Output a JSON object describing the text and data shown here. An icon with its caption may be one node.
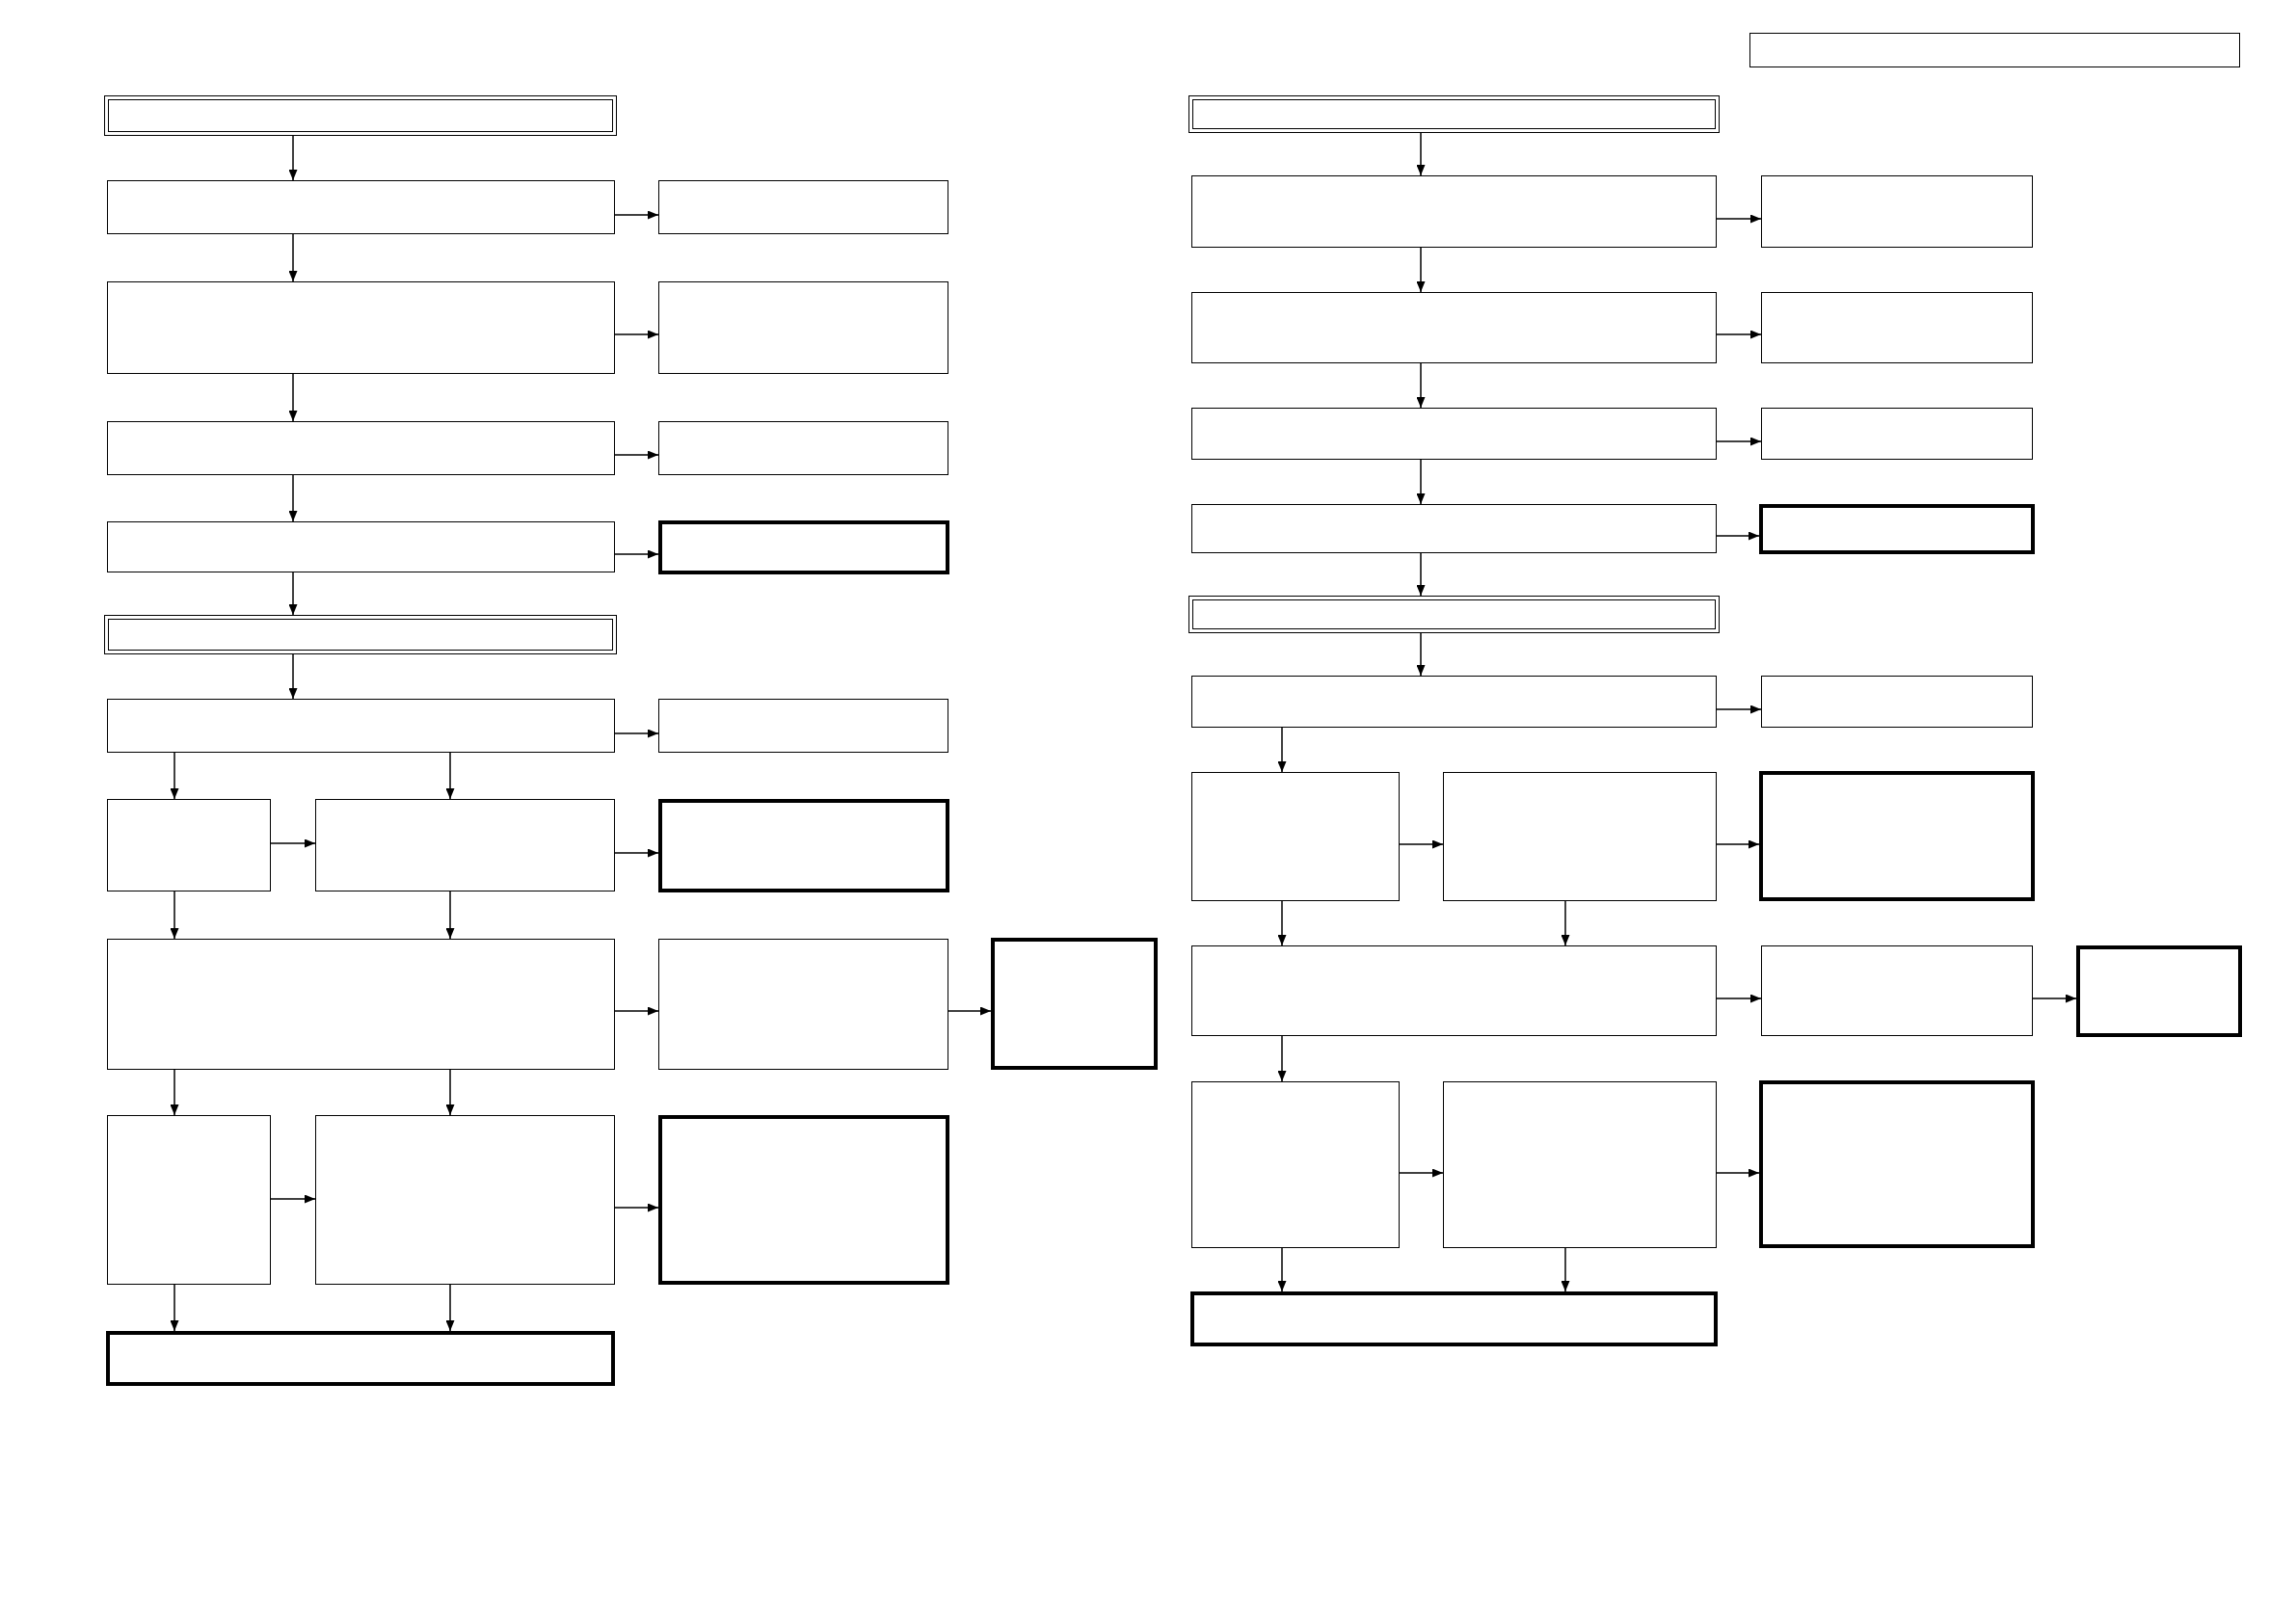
{
  "diagram": {
    "nodes": [
      {
        "text": [],
        "shape": "box"
      },
      {
        "text": [],
        "shape": "box"
      },
      {
        "text": [],
        "shape": "box"
      },
      {
        "text": [],
        "shape": "box"
      },
      {
        "text": [],
        "shape": "box"
      },
      {
        "text": [],
        "shape": "box"
      },
      {
        "text": [],
        "shape": "box"
      },
      {
        "text": [],
        "shape": "box"
      },
      {
        "text": [],
        "shape": "box"
      },
      {
        "text": [],
        "shape": "box"
      },
      {
        "text": [],
        "shape": "box"
      },
      {
        "text": [],
        "shape": "box"
      },
      {
        "text": [],
        "shape": "box"
      },
      {
        "text": [],
        "shape": "box"
      },
      {
        "text": [],
        "shape": "box"
      },
      {
        "text": [],
        "shape": "box"
      },
      {
        "text": [],
        "shape": "box"
      },
      {
        "text": [],
        "shape": "box"
      },
      {
        "text": [],
        "shape": "box"
      },
      {
        "text": [],
        "shape": "box"
      },
      {
        "text": [],
        "shape": "box"
      },
      {
        "text": [],
        "shape": "box"
      },
      {
        "text": [],
        "shape": "box"
      },
      {
        "text": [],
        "shape": "box"
      },
      {
        "text": [],
        "shape": "box"
      },
      {
        "text": [],
        "shape": "box"
      },
      {
        "text": [],
        "shape": "box"
      },
      {
        "text": [],
        "shape": "box"
      },
      {
        "text": [],
        "shape": "box"
      },
      {
        "text": [],
        "shape": "box"
      },
      {
        "text": [],
        "shape": "box"
      },
      {
        "text": [],
        "shape": "box"
      },
      {
        "text": [],
        "shape": "box"
      },
      {
        "text": [],
        "shape": "box"
      },
      {
        "text": [],
        "shape": "box"
      },
      {
        "text": [],
        "shape": "box"
      },
      {
        "text": [],
        "shape": "box"
      },
      {
        "text": [],
        "shape": "box"
      },
      {
        "text": [],
        "shape": "box"
      },
      {
        "text": [],
        "shape": "box"
      },
      {
        "text": [],
        "shape": "box"
      },
      {
        "text": [],
        "shape": "box"
      },
      {
        "text": [],
        "shape": "box"
      },
      {
        "text": [],
        "shape": "box"
      },
      {
        "text": [],
        "shape": "box"
      }
    ],
    "edges": [
      {
        "from": 1,
        "to": 2,
        "arrow": "to"
      },
      {
        "from": 2,
        "to": 3,
        "arrow": "to"
      },
      {
        "from": 2,
        "to": 4,
        "arrow": "to"
      },
      {
        "from": 4,
        "to": 5,
        "arrow": "to"
      },
      {
        "from": 4,
        "to": 6,
        "arrow": "to"
      },
      {
        "from": 6,
        "to": 7,
        "arrow": "to"
      },
      {
        "from": 6,
        "to": 8,
        "arrow": "to"
      },
      {
        "from": 8,
        "to": 9,
        "arrow": "to"
      },
      {
        "from": 8,
        "to": 10,
        "arrow": "to"
      },
      {
        "from": 10,
        "to": 11,
        "arrow": "to"
      },
      {
        "from": 11,
        "to": 12,
        "arrow": "to"
      },
      {
        "from": 11,
        "to": 13,
        "arrow": "to"
      },
      {
        "from": 11,
        "to": 14,
        "arrow": "to"
      },
      {
        "from": 13,
        "to": 14,
        "arrow": "to"
      },
      {
        "from": 14,
        "to": 15,
        "arrow": "to"
      },
      {
        "from": 13,
        "to": 16,
        "arrow": "to"
      },
      {
        "from": 14,
        "to": 16,
        "arrow": "to"
      },
      {
        "from": 16,
        "to": 17,
        "arrow": "to"
      },
      {
        "from": 17,
        "to": 18,
        "arrow": "to"
      },
      {
        "from": 16,
        "to": 19,
        "arrow": "to"
      },
      {
        "from": 16,
        "to": 20,
        "arrow": "to"
      },
      {
        "from": 19,
        "to": 20,
        "arrow": "to"
      },
      {
        "from": 20,
        "to": 21,
        "arrow": "to"
      },
      {
        "from": 19,
        "to": 22,
        "arrow": "to"
      },
      {
        "from": 20,
        "to": 22,
        "arrow": "to"
      },
      {
        "from": 23,
        "to": 24,
        "arrow": "to"
      },
      {
        "from": 24,
        "to": 25,
        "arrow": "to"
      },
      {
        "from": 24,
        "to": 26,
        "arrow": "to"
      },
      {
        "from": 26,
        "to": 27,
        "arrow": "to"
      },
      {
        "from": 26,
        "to": 28,
        "arrow": "to"
      },
      {
        "from": 28,
        "to": 29,
        "arrow": "to"
      },
      {
        "from": 28,
        "to": 30,
        "arrow": "to"
      },
      {
        "from": 30,
        "to": 31,
        "arrow": "to"
      },
      {
        "from": 30,
        "to": 32,
        "arrow": "to"
      },
      {
        "from": 32,
        "to": 33,
        "arrow": "to"
      },
      {
        "from": 33,
        "to": 34,
        "arrow": "to"
      },
      {
        "from": 33,
        "to": 35,
        "arrow": "to"
      },
      {
        "from": 35,
        "to": 36,
        "arrow": "to"
      },
      {
        "from": 36,
        "to": 37,
        "arrow": "to"
      },
      {
        "from": 35,
        "to": 38,
        "arrow": "to"
      },
      {
        "from": 36,
        "to": 38,
        "arrow": "to"
      },
      {
        "from": 38,
        "to": 39,
        "arrow": "to"
      },
      {
        "from": 39,
        "to": 40,
        "arrow": "to"
      },
      {
        "from": 38,
        "to": 41,
        "arrow": "to"
      },
      {
        "from": 41,
        "to": 42,
        "arrow": "to"
      },
      {
        "from": 42,
        "to": 43,
        "arrow": "to"
      },
      {
        "from": 41,
        "to": 44,
        "arrow": "to"
      },
      {
        "from": 42,
        "to": 44,
        "arrow": "to"
      }
    ]
  }
}
